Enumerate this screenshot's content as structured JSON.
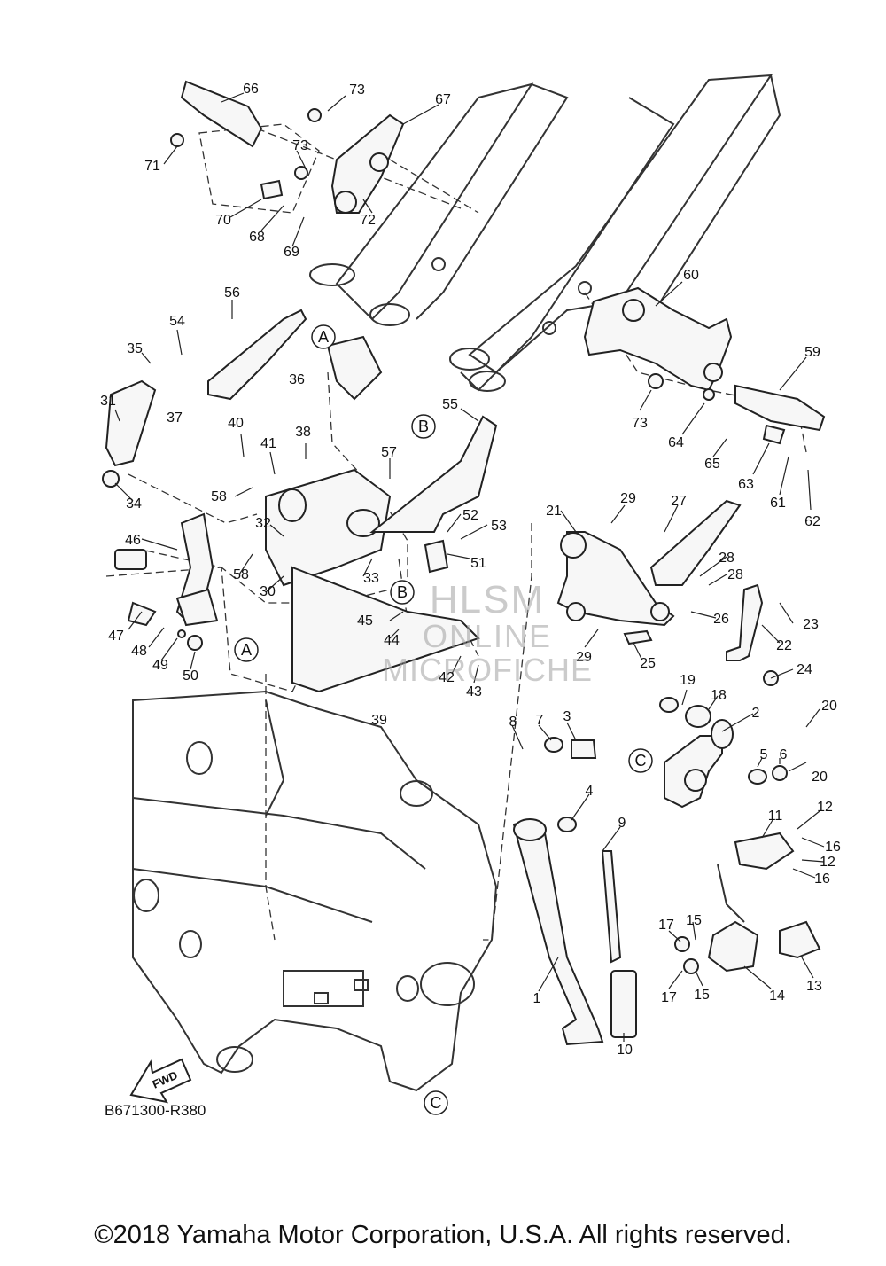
{
  "diagram": {
    "part_numbers": [
      "1",
      "2",
      "3",
      "4",
      "5",
      "6",
      "7",
      "8",
      "9",
      "10",
      "11",
      "12",
      "13",
      "14",
      "15",
      "16",
      "17",
      "18",
      "19",
      "20",
      "21",
      "22",
      "23",
      "24",
      "25",
      "26",
      "27",
      "28",
      "29",
      "30",
      "31",
      "32",
      "33",
      "34",
      "35",
      "36",
      "37",
      "38",
      "39",
      "40",
      "41",
      "42",
      "43",
      "44",
      "45",
      "46",
      "47",
      "48",
      "49",
      "50",
      "51",
      "52",
      "53",
      "54",
      "55",
      "56",
      "57",
      "58",
      "59",
      "60",
      "61",
      "62",
      "63",
      "64",
      "65",
      "66",
      "67",
      "68",
      "69",
      "70",
      "71",
      "72",
      "73"
    ],
    "reference_letters": [
      "A",
      "B",
      "C"
    ],
    "drawing_code": "B671300-R380",
    "fwd_label": "FWD"
  },
  "watermark": {
    "line1": "HLSM",
    "line2": "ONLINE",
    "line3": "MICROFICHE"
  },
  "footer": {
    "copyright": "©2018 Yamaha Motor Corporation, U.S.A. All rights reserved."
  }
}
